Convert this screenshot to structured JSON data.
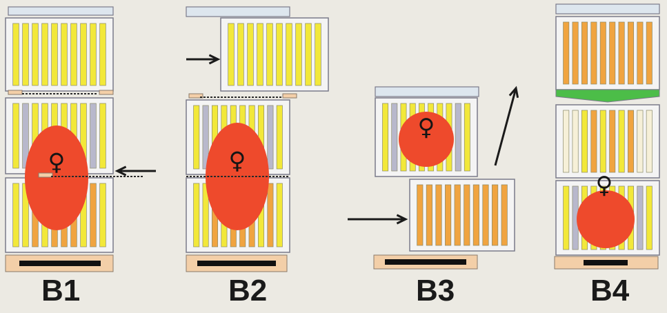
{
  "labels": {
    "b1": "B1",
    "b2": "B2",
    "b3": "B3",
    "b4": "B4"
  },
  "symbols": {
    "queen": "♀"
  },
  "colors": {
    "background": "#eceae3",
    "box_fill": "#f4f4f4",
    "box_stroke": "#7a7a8a",
    "lid_fill": "#dde6ee",
    "frame_yellow": "#f2e83a",
    "frame_orange": "#f0a440",
    "frame_light": "#f6f0d8",
    "frame_grey": "#b8b8cc",
    "queen_zone": "#ee4a2c",
    "queen_excluder": "#2a2a2a",
    "entrance": "#f3cfa8",
    "entrance_bar": "#111111",
    "feeder_green": "#4cbd48",
    "arrow": "#1a1a1a"
  }
}
